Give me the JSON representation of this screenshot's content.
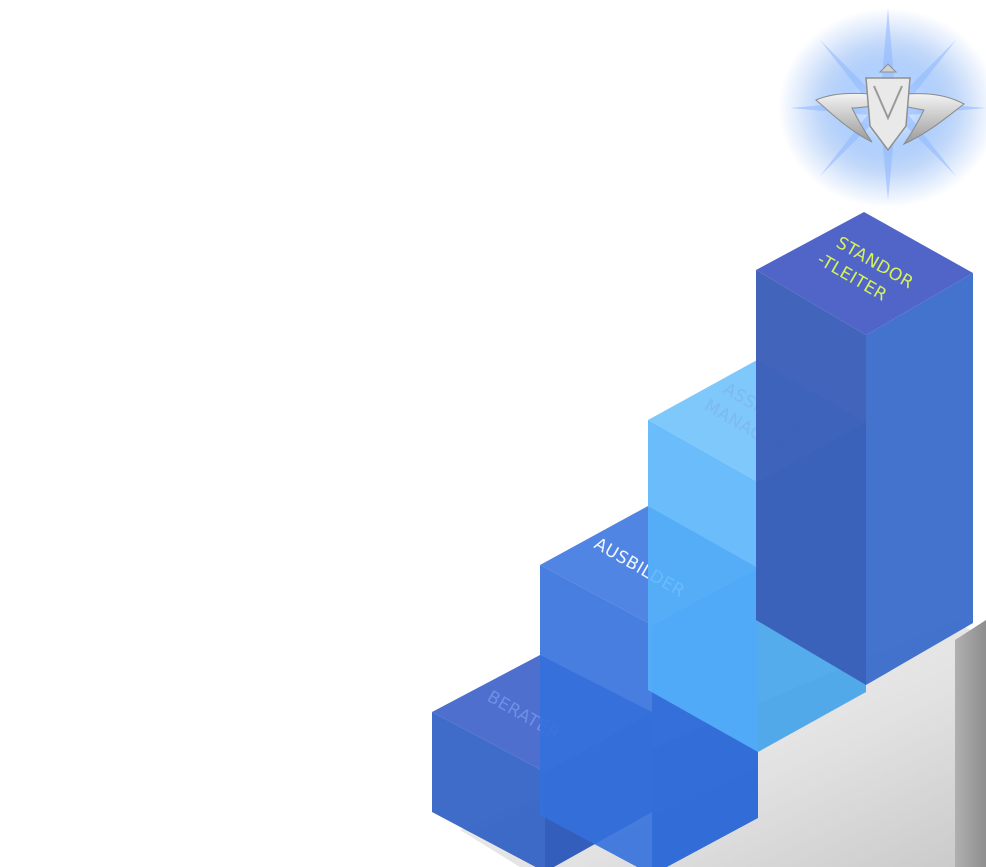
{
  "steps": [
    {
      "lines": [
        "BERATER"
      ],
      "label_color": "#6f8fe8"
    },
    {
      "lines": [
        "AUSBILDER"
      ],
      "label_color": "#f4f6ff"
    },
    {
      "lines": [
        "ASSISTANT",
        "MANAGER"
      ],
      "label_color": "#7fb8f2"
    },
    {
      "lines": [
        "STANDOR",
        "-TLEITER"
      ],
      "label_color": "#d7f25a"
    }
  ],
  "colors": {
    "background": "#ffffff",
    "blue_dark": "#2f5fc4",
    "blue_mid": "#2b6fe0",
    "blue_light": "#4fb0f5",
    "plinth": "#dcdcdc"
  },
  "logo": {
    "icon": "winged-shield-logo",
    "glow_color": "#7fb2ff"
  }
}
